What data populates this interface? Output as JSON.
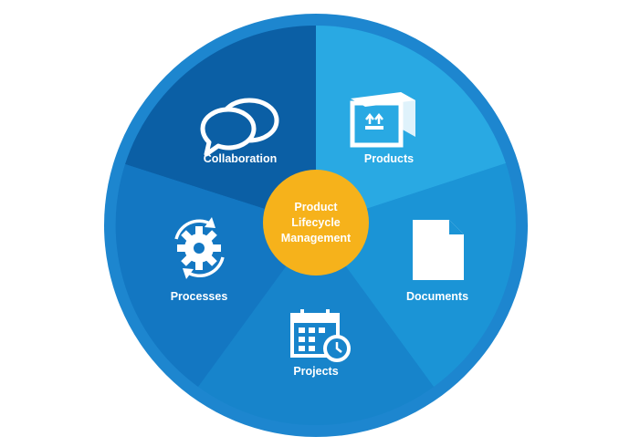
{
  "center": {
    "lines": [
      "Product",
      "Lifecycle",
      "Management"
    ]
  },
  "segments": [
    {
      "id": "collaboration",
      "label": "Collaboration",
      "icon": "speech-bubbles-icon",
      "color": "#0b5fa5"
    },
    {
      "id": "products",
      "label": "Products",
      "icon": "box-icon",
      "color": "#29a9e3"
    },
    {
      "id": "documents",
      "label": "Documents",
      "icon": "document-icon",
      "color": "#1b94d6"
    },
    {
      "id": "projects",
      "label": "Projects",
      "icon": "calendar-clock-icon",
      "color": "#1784cb"
    },
    {
      "id": "processes",
      "label": "Processes",
      "icon": "gear-cycle-icon",
      "color": "#1377c2"
    }
  ],
  "colors": {
    "outer_ring": "#1d86cf",
    "hub": "#f6b21b",
    "icon": "#ffffff"
  }
}
